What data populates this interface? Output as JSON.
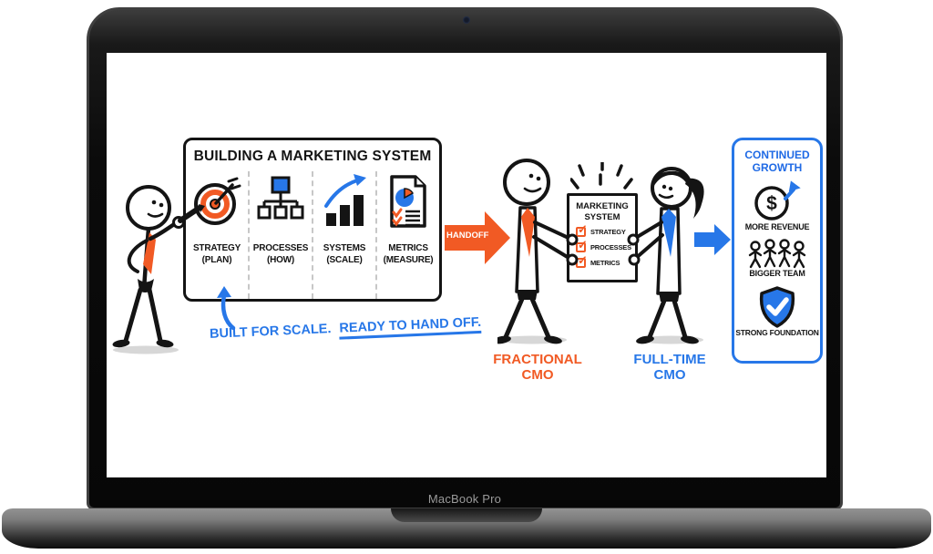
{
  "device": {
    "label": "MacBook Pro"
  },
  "board": {
    "title": "BUILDING A MARKETING SYSTEM",
    "columns": [
      {
        "label": "STRATEGY",
        "sublabel": "(PLAN)",
        "icon": "bullseye-target-icon"
      },
      {
        "label": "PROCESSES",
        "sublabel": "(HOW)",
        "icon": "org-chart-icon"
      },
      {
        "label": "SYSTEMS",
        "sublabel": "(SCALE)",
        "icon": "growth-bars-icon"
      },
      {
        "label": "METRICS",
        "sublabel": "(MEASURE)",
        "icon": "report-pie-icon"
      }
    ],
    "tagline_1": "BUILT FOR SCALE.",
    "tagline_2": "READY TO HAND OFF."
  },
  "handoff": {
    "label": "HANDOFF"
  },
  "checklist": {
    "title": "MARKETING\nSYSTEM",
    "items": [
      "STRATEGY",
      "PROCESSES",
      "METRICS"
    ]
  },
  "roles": {
    "fractional": "FRACTIONAL\nCMO",
    "fulltime": "FULL-TIME\nCMO"
  },
  "growth": {
    "title": "CONTINUED\nGROWTH",
    "items": [
      {
        "label": "MORE REVENUE",
        "icon": "dollar-circle-arrow-icon"
      },
      {
        "label": "BIGGER TEAM",
        "icon": "team-icon"
      },
      {
        "label": "STRONG FOUNDATION",
        "icon": "shield-check-icon"
      }
    ]
  },
  "icons": {
    "check": "✓",
    "dollar": "$"
  },
  "colors": {
    "orange": "#F15A24",
    "blue": "#2777E8",
    "ink": "#141414"
  }
}
